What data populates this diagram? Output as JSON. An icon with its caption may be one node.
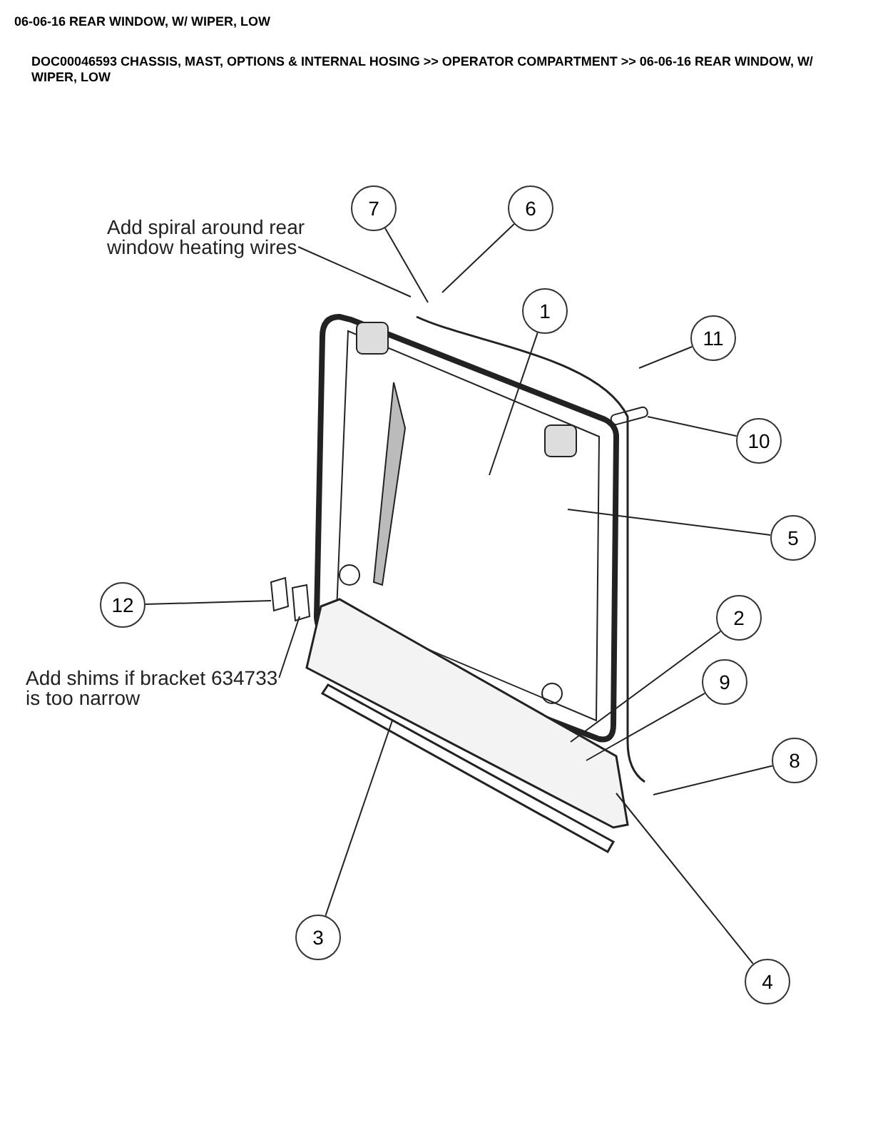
{
  "diagram": {
    "title": "06-06-16 REAR WINDOW, W/ WIPER, LOW",
    "nodes": [
      {
        "text": [
          "Add spiral around rear window heating wires"
        ]
      },
      {
        "text": [
          "7"
        ]
      },
      {
        "text": [
          "6"
        ]
      },
      {
        "text": [
          "1"
        ]
      },
      {
        "text": [
          "11"
        ]
      },
      {
        "text": [
          "10"
        ]
      },
      {
        "text": [
          "5"
        ]
      },
      {
        "text": [
          "12"
        ]
      },
      {
        "text": [
          "2"
        ]
      },
      {
        "text": [
          "Add shims if bracket 634733 is too narrow"
        ]
      },
      {
        "text": [
          "9"
        ]
      },
      {
        "text": [
          "8"
        ]
      },
      {
        "text": [
          "3"
        ]
      },
      {
        "text": [
          "4"
        ]
      }
    ],
    "edges": [
      {
        "from": 0,
        "to": null,
        "arrow": "none"
      },
      {
        "from": 1,
        "to": null,
        "arrow": "none"
      },
      {
        "from": 2,
        "to": null,
        "arrow": "none"
      },
      {
        "from": 3,
        "to": null,
        "arrow": "none"
      },
      {
        "from": 4,
        "to": null,
        "arrow": "none"
      },
      {
        "from": 5,
        "to": null,
        "arrow": "none"
      },
      {
        "from": 6,
        "to": null,
        "arrow": "none"
      },
      {
        "from": 7,
        "to": null,
        "arrow": "none"
      },
      {
        "from": 8,
        "to": null,
        "arrow": "none"
      },
      {
        "from": 9,
        "to": null,
        "arrow": "none"
      },
      {
        "from": 10,
        "to": null,
        "arrow": "none"
      },
      {
        "from": 11,
        "to": null,
        "arrow": "none"
      },
      {
        "from": 12,
        "to": null,
        "arrow": "none"
      },
      {
        "from": 13,
        "to": null,
        "arrow": "none"
      }
    ],
    "labels": [
      "DOC00046593 CHASSIS, MAST, OPTIONS & INTERNAL HOSING >> OPERATOR COMPARTMENT >> 06-06-16 REAR WINDOW, W/ WIPER, LOW"
    ]
  }
}
